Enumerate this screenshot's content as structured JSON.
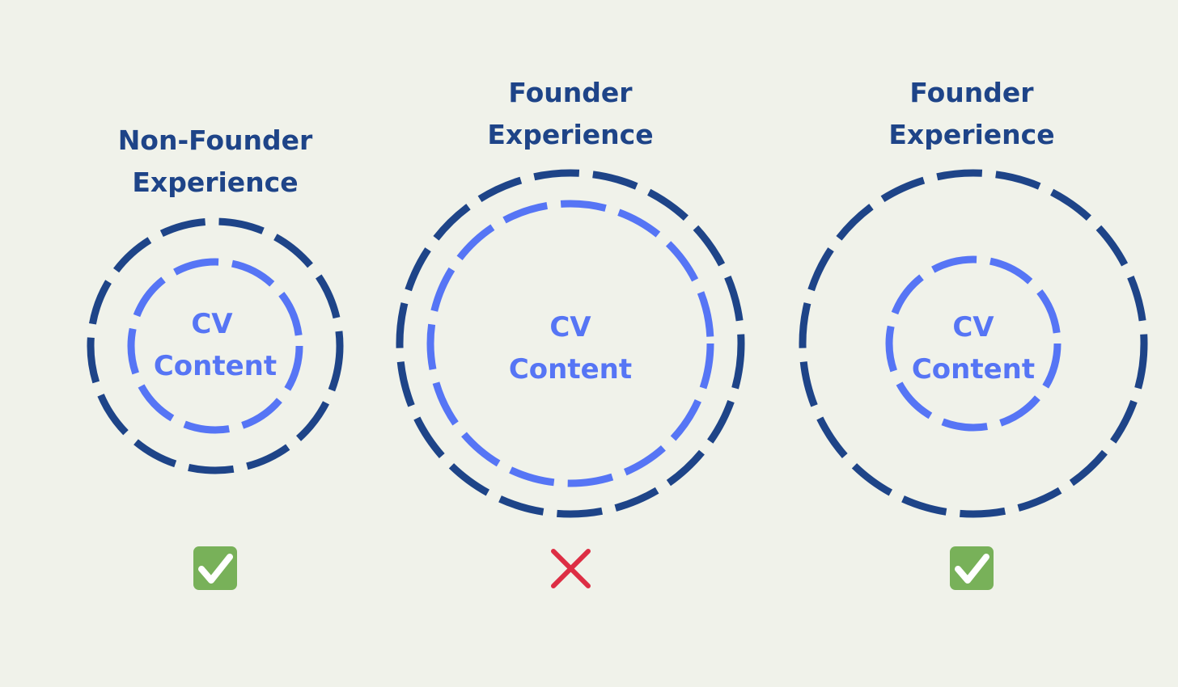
{
  "colors": {
    "background": "#f0f2ea",
    "outer_ring": "#1e4488",
    "inner_ring": "#5675f5",
    "correct": "#78b159",
    "incorrect": "#dd2e44"
  },
  "panels": [
    {
      "outer_label_line1": "Non-Founder",
      "outer_label_line2": "Experience",
      "inner_label_line1": "CV",
      "inner_label_line2": "Content",
      "verdict": "correct",
      "verdict_icon": "check-mark-button-icon"
    },
    {
      "outer_label_line1": "Founder",
      "outer_label_line2": "Experience",
      "inner_label_line1": "CV",
      "inner_label_line2": "Content",
      "verdict": "incorrect",
      "verdict_icon": "cross-mark-icon"
    },
    {
      "outer_label_line1": "Founder",
      "outer_label_line2": "Experience",
      "inner_label_line1": "CV",
      "inner_label_line2": "Content",
      "verdict": "correct",
      "verdict_icon": "check-mark-button-icon"
    }
  ]
}
